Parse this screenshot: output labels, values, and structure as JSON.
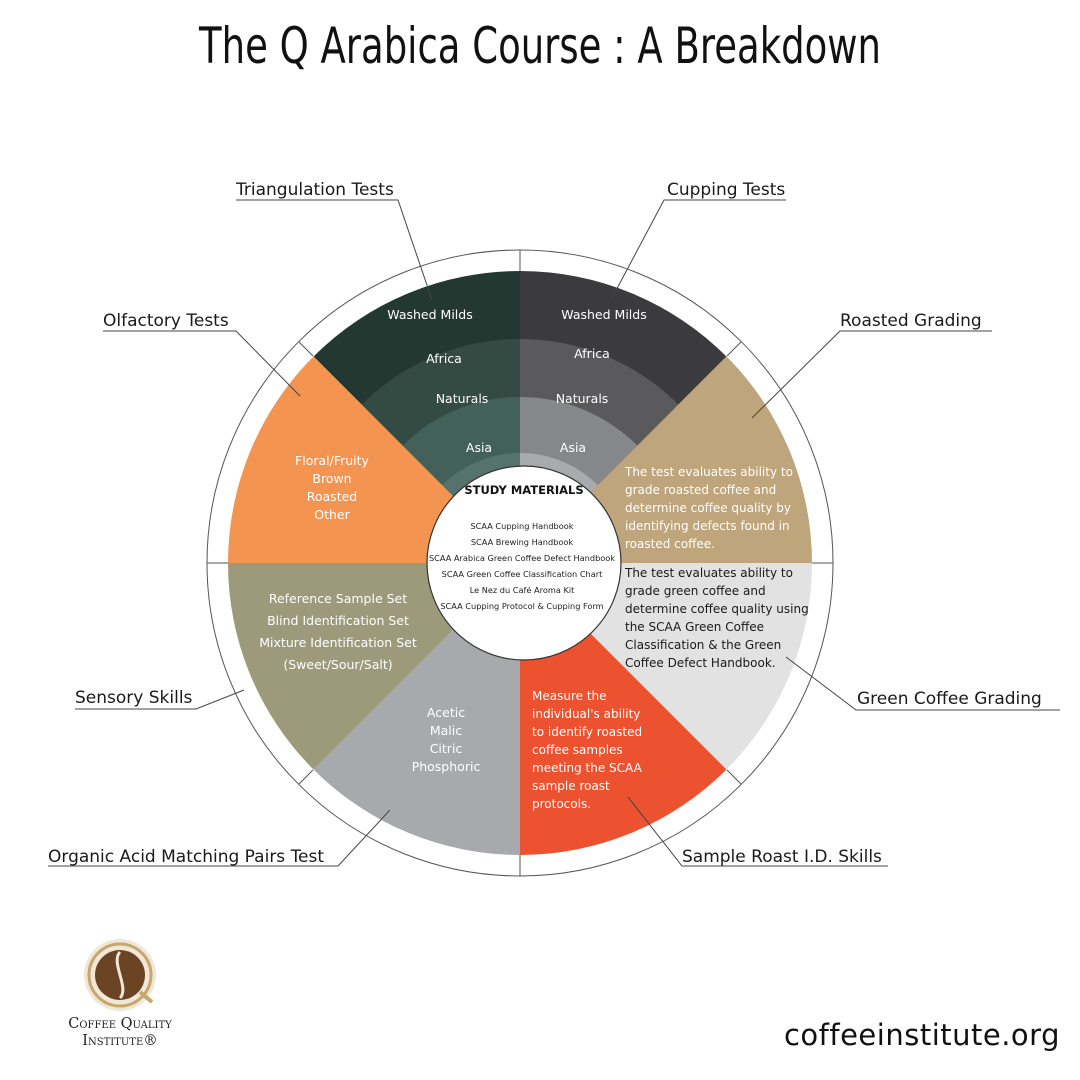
{
  "title": "The Q Arabica Course : A Breakdown",
  "website": "coffeeinstitute.org",
  "logo": {
    "name_line1": "Coffee Quality",
    "name_line2": "Institute®",
    "icon": "coffee-bean-icon"
  },
  "colors": {
    "triangulation": "#243832",
    "triangulation_ring2": "#344b44",
    "triangulation_ring3": "#44605a",
    "triangulation_ring4": "#56726c",
    "cupping": "#3b3b3d",
    "cupping_ring2": "#5a5a5c",
    "cupping_ring3": "#86878a",
    "cupping_ring4": "#a9aaad",
    "olfactory": "#f49451",
    "roasted_grading": "#bea57b",
    "green_coffee_grading": "#e2e2e3",
    "sample_roast": "#ec5130",
    "organic_acid": "#a8a9ac",
    "sensory": "#9c9a7b"
  },
  "segments": {
    "triangulation": {
      "label": "Triangulation Tests",
      "rings": [
        "Washed Milds",
        "Africa",
        "Naturals",
        "Asia"
      ]
    },
    "cupping": {
      "label": "Cupping Tests",
      "rings": [
        "Washed Milds",
        "Africa",
        "Naturals",
        "Asia"
      ]
    },
    "olfactory": {
      "label": "Olfactory Tests",
      "items": [
        "Floral/Fruity",
        "Brown",
        "Roasted",
        "Other"
      ]
    },
    "roasted_grading": {
      "label": "Roasted Grading",
      "lines": [
        "The test evaluates ability to",
        "grade roasted coffee and",
        "determine coffee quality by",
        "identifying defects found in",
        "roasted coffee."
      ]
    },
    "green_coffee_grading": {
      "label": "Green Coffee Grading",
      "lines": [
        "The test evaluates ability to",
        "grade green coffee and",
        "determine coffee quality using",
        "the SCAA Green Coffee",
        "Classification & the Green",
        "Coffee Defect Handbook."
      ]
    },
    "sample_roast": {
      "label": "Sample Roast I.D. Skills",
      "lines": [
        "Measure the",
        "individual's ability",
        "to identify roasted",
        "coffee samples",
        "meeting the SCAA",
        "sample roast",
        "protocols."
      ]
    },
    "organic_acid": {
      "label": "Organic Acid Matching Pairs Test",
      "items": [
        "Acetic",
        "Malic",
        "Citric",
        "Phosphoric"
      ]
    },
    "sensory": {
      "label": "Sensory Skills",
      "items": [
        "Reference Sample Set",
        "Blind Identification Set",
        "Mixture Identification Set",
        "(Sweet/Sour/Salt)"
      ]
    }
  },
  "study_materials": {
    "heading": "STUDY MATERIALS",
    "items": [
      "SCAA Cupping Handbook",
      "SCAA Brewing Handbook",
      "SCAA Arabica Green Coffee Defect Handbook",
      "SCAA Green Coffee Classification Chart",
      "Le Nez du Café Aroma Kit",
      "SCAA Cupping Protocol & Cupping Form"
    ]
  }
}
